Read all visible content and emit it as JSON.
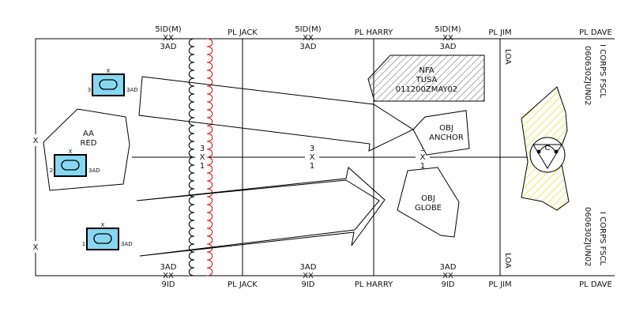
{
  "phase_lines": {
    "top": [
      "PL JACK",
      "PL HARRY",
      "PL JIM",
      "PL DAVE"
    ],
    "bottom": [
      "PL JACK",
      "PL HARRY",
      "PL JIM",
      "PL DAVE"
    ]
  },
  "boundaries_top": [
    {
      "upper": "5ID(M)",
      "echelon": "XX",
      "lower": "3AD"
    },
    {
      "upper": "5ID(M)",
      "echelon": "XX",
      "lower": "3AD"
    },
    {
      "upper": "5ID(M)",
      "echelon": "XX",
      "lower": "3AD"
    }
  ],
  "boundaries_bottom": [
    {
      "upper": "3AD",
      "echelon": "XX",
      "lower": "9ID"
    },
    {
      "upper": "3AD",
      "echelon": "XX",
      "lower": "9ID"
    },
    {
      "upper": "3AD",
      "echelon": "XX",
      "lower": "9ID"
    }
  ],
  "loa": {
    "top": "LOA",
    "bottom": "LOA"
  },
  "fscl": {
    "top_label": "I CORPS FSCL",
    "top_dtg": "060630ZJUN02",
    "bottom_label": "I CORPS FSCL",
    "bottom_dtg": "060630ZJUN02"
  },
  "left_boundary": {
    "symbol_top": "X",
    "symbol_bottom": "X"
  },
  "inner_boundary": {
    "labels": [
      {
        "upper": "3",
        "echelon": "X",
        "lower": "1"
      },
      {
        "upper": "3",
        "echelon": "X",
        "lower": "1"
      },
      {
        "upper": "3",
        "echelon": "X",
        "lower": "1"
      }
    ]
  },
  "nfa": {
    "line1": "NFA",
    "line2": "TUSA",
    "line3": "011200ZMAY02"
  },
  "objectives": {
    "anchor": [
      "OBJ",
      "ANCHOR"
    ],
    "globe": [
      "OBJ",
      "GLOBE"
    ]
  },
  "assembly_area": {
    "line1": "AA",
    "line2": "RED"
  },
  "units": [
    {
      "number": "3",
      "echelon": "X",
      "parent": "3AD"
    },
    {
      "number": "2",
      "echelon": "X",
      "parent": "3AD"
    },
    {
      "number": "1",
      "echelon": "X",
      "parent": "3AD"
    }
  ],
  "contain": {
    "letter": "C"
  },
  "colors": {
    "unit_fill": "#87d7f0",
    "obstacle_red": "#e01010",
    "zone_yellow": "#e6e600"
  }
}
